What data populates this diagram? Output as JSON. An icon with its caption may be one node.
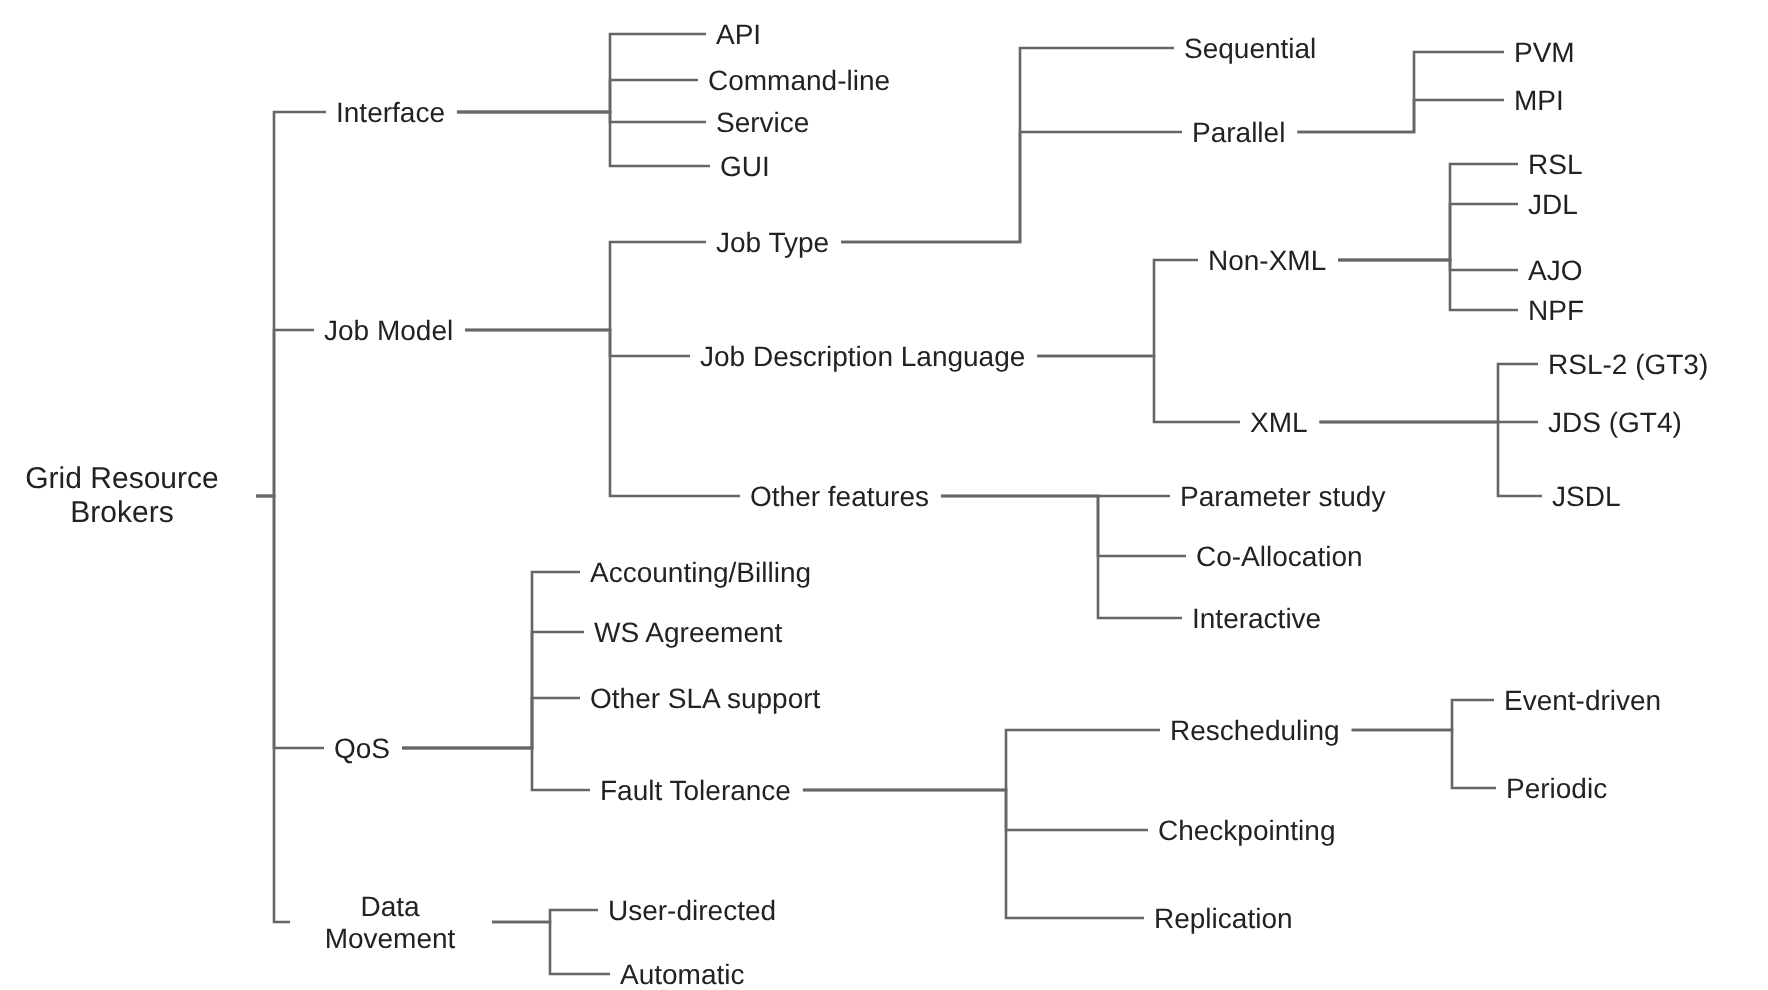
{
  "diagram": {
    "nodes": [
      {
        "text": [
          "Grid Resource Brokers"
        ]
      },
      {
        "text": [
          "Interface"
        ]
      },
      {
        "text": [
          "API"
        ]
      },
      {
        "text": [
          "Command-line"
        ]
      },
      {
        "text": [
          "Service"
        ]
      },
      {
        "text": [
          "GUI"
        ]
      },
      {
        "text": [
          "Job Model"
        ]
      },
      {
        "text": [
          "Job Type"
        ]
      },
      {
        "text": [
          "Sequential"
        ]
      },
      {
        "text": [
          "Parallel"
        ]
      },
      {
        "text": [
          "PVM"
        ]
      },
      {
        "text": [
          "MPI"
        ]
      },
      {
        "text": [
          "Job Description Language"
        ]
      },
      {
        "text": [
          "Non-XML"
        ]
      },
      {
        "text": [
          "RSL"
        ]
      },
      {
        "text": [
          "JDL"
        ]
      },
      {
        "text": [
          "AJO"
        ]
      },
      {
        "text": [
          "NPF"
        ]
      },
      {
        "text": [
          "XML"
        ]
      },
      {
        "text": [
          "RSL-2 (GT3)"
        ]
      },
      {
        "text": [
          "JDS (GT4)"
        ]
      },
      {
        "text": [
          "JSDL"
        ]
      },
      {
        "text": [
          "Other features"
        ]
      },
      {
        "text": [
          "Parameter study"
        ]
      },
      {
        "text": [
          "Co-Allocation"
        ]
      },
      {
        "text": [
          "Interactive"
        ]
      },
      {
        "text": [
          "QoS"
        ]
      },
      {
        "text": [
          "Accounting/Billing"
        ]
      },
      {
        "text": [
          "WS Agreement"
        ]
      },
      {
        "text": [
          "Other SLA support"
        ]
      },
      {
        "text": [
          "Fault Tolerance"
        ]
      },
      {
        "text": [
          "Rescheduling"
        ]
      },
      {
        "text": [
          "Event-driven"
        ]
      },
      {
        "text": [
          "Periodic"
        ]
      },
      {
        "text": [
          "Checkpointing"
        ]
      },
      {
        "text": [
          "Replication"
        ]
      },
      {
        "text": [
          "Data Movement"
        ]
      },
      {
        "text": [
          "User-directed"
        ]
      },
      {
        "text": [
          "Automatic"
        ]
      }
    ],
    "edges": [
      {
        "from": 0,
        "to": 1,
        "arrow": "none"
      },
      {
        "from": 1,
        "to": 2,
        "arrow": "none"
      },
      {
        "from": 1,
        "to": 3,
        "arrow": "none"
      },
      {
        "from": 1,
        "to": 4,
        "arrow": "none"
      },
      {
        "from": 1,
        "to": 5,
        "arrow": "none"
      },
      {
        "from": 0,
        "to": 6,
        "arrow": "none"
      },
      {
        "from": 6,
        "to": 7,
        "arrow": "none"
      },
      {
        "from": 7,
        "to": 8,
        "arrow": "none"
      },
      {
        "from": 7,
        "to": 9,
        "arrow": "none"
      },
      {
        "from": 9,
        "to": 10,
        "arrow": "none"
      },
      {
        "from": 9,
        "to": 11,
        "arrow": "none"
      },
      {
        "from": 6,
        "to": 12,
        "arrow": "none"
      },
      {
        "from": 12,
        "to": 13,
        "arrow": "none"
      },
      {
        "from": 13,
        "to": 14,
        "arrow": "none"
      },
      {
        "from": 13,
        "to": 15,
        "arrow": "none"
      },
      {
        "from": 13,
        "to": 16,
        "arrow": "none"
      },
      {
        "from": 13,
        "to": 17,
        "arrow": "none"
      },
      {
        "from": 12,
        "to": 18,
        "arrow": "none"
      },
      {
        "from": 18,
        "to": 19,
        "arrow": "none"
      },
      {
        "from": 18,
        "to": 20,
        "arrow": "none"
      },
      {
        "from": 18,
        "to": 21,
        "arrow": "none"
      },
      {
        "from": 6,
        "to": 22,
        "arrow": "none"
      },
      {
        "from": 22,
        "to": 23,
        "arrow": "none"
      },
      {
        "from": 22,
        "to": 24,
        "arrow": "none"
      },
      {
        "from": 22,
        "to": 25,
        "arrow": "none"
      },
      {
        "from": 0,
        "to": 26,
        "arrow": "none"
      },
      {
        "from": 26,
        "to": 27,
        "arrow": "none"
      },
      {
        "from": 26,
        "to": 28,
        "arrow": "none"
      },
      {
        "from": 26,
        "to": 29,
        "arrow": "none"
      },
      {
        "from": 26,
        "to": 30,
        "arrow": "none"
      },
      {
        "from": 30,
        "to": 31,
        "arrow": "none"
      },
      {
        "from": 31,
        "to": 32,
        "arrow": "none"
      },
      {
        "from": 31,
        "to": 33,
        "arrow": "none"
      },
      {
        "from": 30,
        "to": 34,
        "arrow": "none"
      },
      {
        "from": 30,
        "to": 35,
        "arrow": "none"
      },
      {
        "from": 0,
        "to": 36,
        "arrow": "none"
      },
      {
        "from": 36,
        "to": 37,
        "arrow": "none"
      },
      {
        "from": 36,
        "to": 38,
        "arrow": "none"
      }
    ]
  }
}
